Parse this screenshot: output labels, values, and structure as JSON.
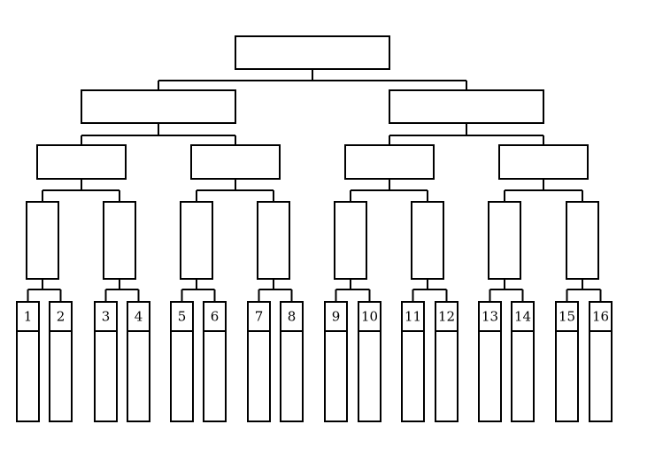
{
  "bracket": {
    "rounds": 5,
    "entrants": [
      {
        "seed": "1"
      },
      {
        "seed": "2"
      },
      {
        "seed": "3"
      },
      {
        "seed": "4"
      },
      {
        "seed": "5"
      },
      {
        "seed": "6"
      },
      {
        "seed": "7"
      },
      {
        "seed": "8"
      },
      {
        "seed": "9"
      },
      {
        "seed": "10"
      },
      {
        "seed": "11"
      },
      {
        "seed": "12"
      },
      {
        "seed": "13"
      },
      {
        "seed": "14"
      },
      {
        "seed": "15"
      },
      {
        "seed": "16"
      }
    ],
    "stroke_color": "#000000",
    "fill_color": "#ffffff"
  }
}
